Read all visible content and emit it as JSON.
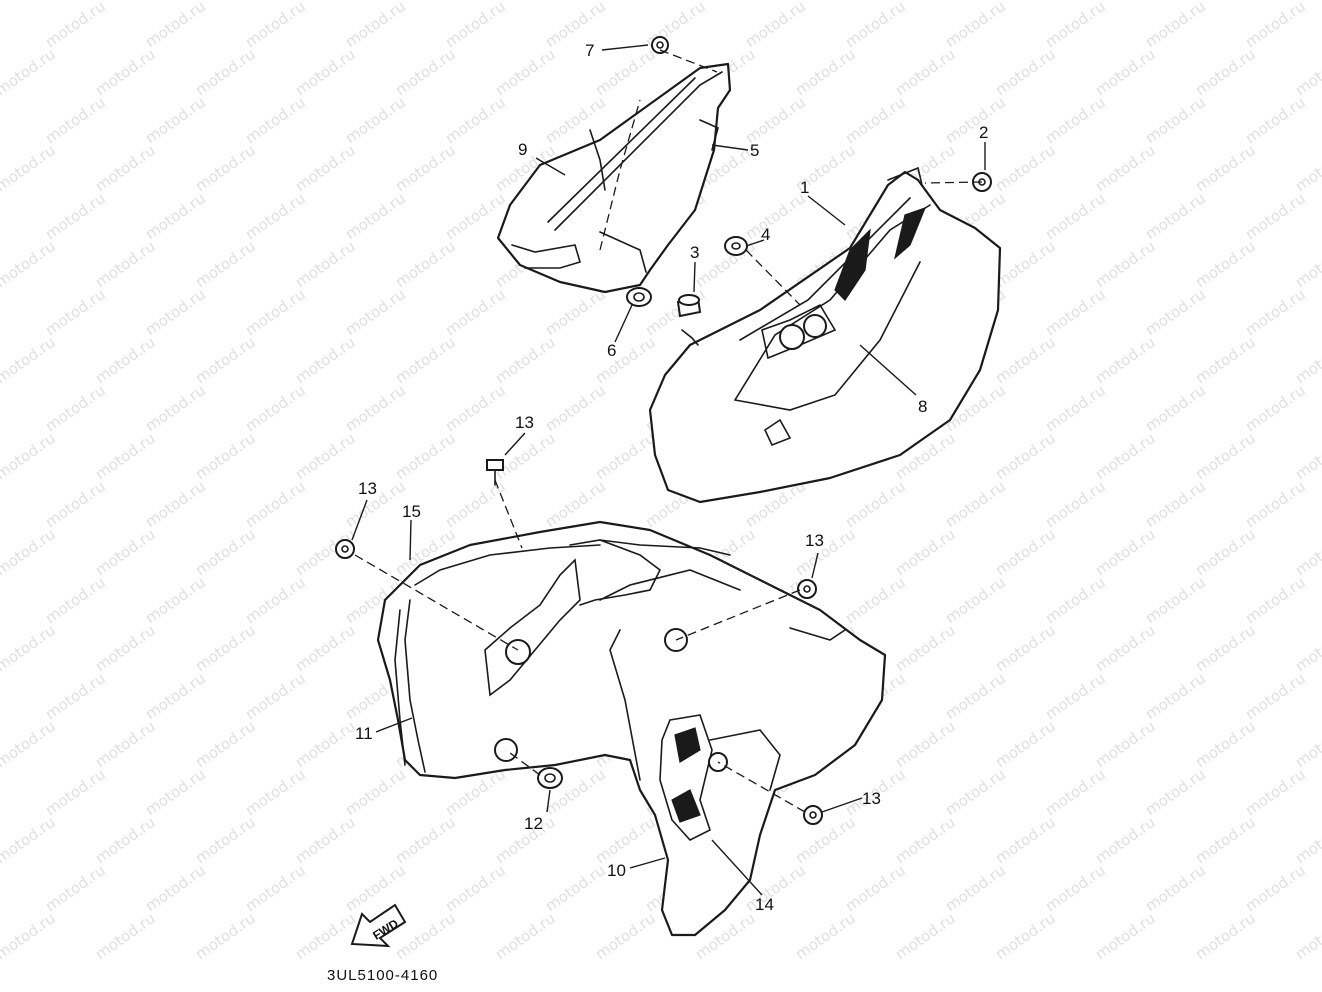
{
  "watermark": "motod.ru",
  "diagram_code": "3UL5100-4160",
  "direction_label": "FWD",
  "callouts": [
    {
      "id": "c7",
      "label": "7"
    },
    {
      "id": "c2",
      "label": "2"
    },
    {
      "id": "c9",
      "label": "9"
    },
    {
      "id": "c5",
      "label": "5"
    },
    {
      "id": "c1",
      "label": "1"
    },
    {
      "id": "c3",
      "label": "3"
    },
    {
      "id": "c4",
      "label": "4"
    },
    {
      "id": "c6",
      "label": "6"
    },
    {
      "id": "c8",
      "label": "8"
    },
    {
      "id": "c13a",
      "label": "13"
    },
    {
      "id": "c13b",
      "label": "13"
    },
    {
      "id": "c15",
      "label": "15"
    },
    {
      "id": "c13c",
      "label": "13"
    },
    {
      "id": "c11",
      "label": "11"
    },
    {
      "id": "c13d",
      "label": "13"
    },
    {
      "id": "c12",
      "label": "12"
    },
    {
      "id": "c10",
      "label": "10"
    },
    {
      "id": "c14",
      "label": "14"
    }
  ]
}
